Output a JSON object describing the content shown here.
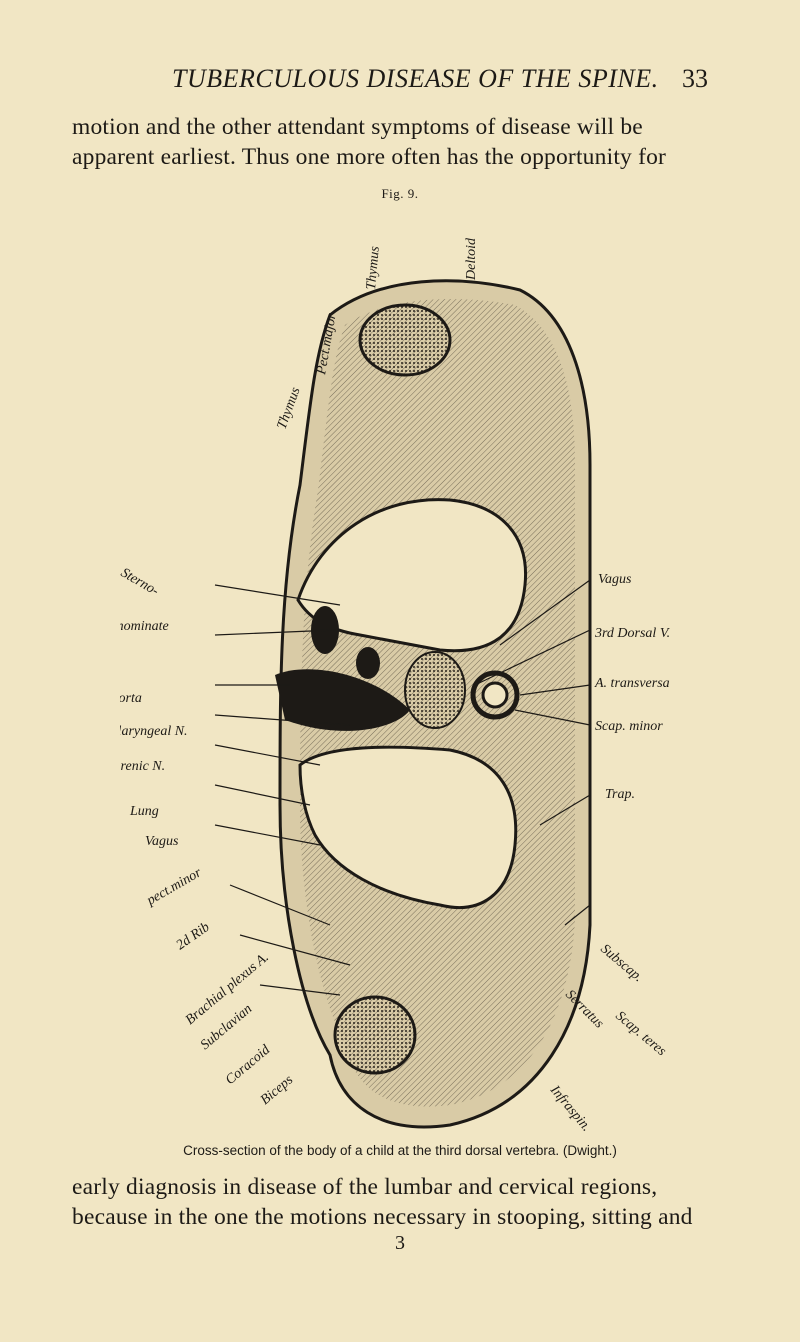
{
  "header": {
    "running_title": "TUBERCULOUS DISEASE OF THE SPINE.",
    "page_number": "33"
  },
  "paragraph_top": [
    "motion and the other attendant symptoms of disease will be",
    "apparent earliest.  Thus one more often has the opportunity for"
  ],
  "figure": {
    "label": "Fig. 9.",
    "caption": "Cross-section of the body of a child at the third dorsal vertebra. (Dwight.)",
    "labels_top": [
      "Thymus",
      "Pect.major",
      "Thymus",
      "Deltoid"
    ],
    "labels_left": [
      "Sterno-",
      "Innominate",
      "Aorta",
      "Inf. laryngeal N.",
      "Phrenic N.",
      "Lung",
      "Vagus",
      "pect.minor",
      "2d Rib",
      "Brachial plexus A.",
      "Subclavian",
      "Coracoid",
      "Biceps"
    ],
    "labels_right": [
      "Vagus",
      "3rd Dorsal V.",
      "A. transversa",
      "Scap. minor",
      "Trap.",
      "Subscap.",
      "Serratus",
      "Scap. teres",
      "Infraspin."
    ]
  },
  "paragraph_bottom": [
    "early diagnosis in disease of the lumbar and cervical regions,",
    "because in the one the motions necessary in stooping, sitting and"
  ],
  "footer": {
    "page_number": "3"
  }
}
